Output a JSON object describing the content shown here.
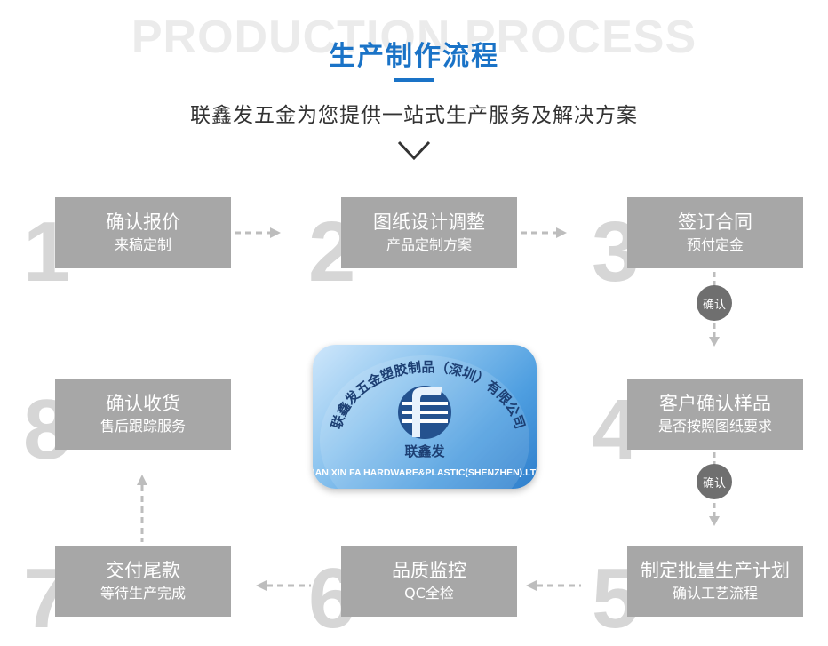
{
  "header": {
    "bg_text": "PRODUCTION PROCESS",
    "title": "生产制作流程",
    "subtitle": "联鑫发五金为您提供一站式生产服务及解决方案"
  },
  "steps": [
    {
      "num": "1",
      "title": "确认报价",
      "desc": "来稿定制"
    },
    {
      "num": "2",
      "title": "图纸设计调整",
      "desc": "产品定制方案"
    },
    {
      "num": "3",
      "title": "签订合同",
      "desc": "预付定金"
    },
    {
      "num": "4",
      "title": "客户确认样品",
      "desc": "是否按照图纸要求"
    },
    {
      "num": "5",
      "title": "制定批量生产计划",
      "desc": "确认工艺流程"
    },
    {
      "num": "6",
      "title": "品质监控",
      "desc": "QC全检"
    },
    {
      "num": "7",
      "title": "交付尾款",
      "desc": "等待生产完成"
    },
    {
      "num": "8",
      "title": "确认收货",
      "desc": "售后跟踪服务"
    }
  ],
  "confirm_label": "确认",
  "logo": {
    "cn_company": "联鑫发五金塑胶制品（深圳）有限公司",
    "brand": "联鑫发",
    "en_company": "LIAN XIN FA HARDWARE&PLASTIC(SHENZHEN).LTD"
  },
  "colors": {
    "accent": "#1a73c7",
    "box": "#a7a7a7",
    "number": "#d6d6d6",
    "circle": "#6f6f6f",
    "arrow": "#bdbdbd"
  }
}
